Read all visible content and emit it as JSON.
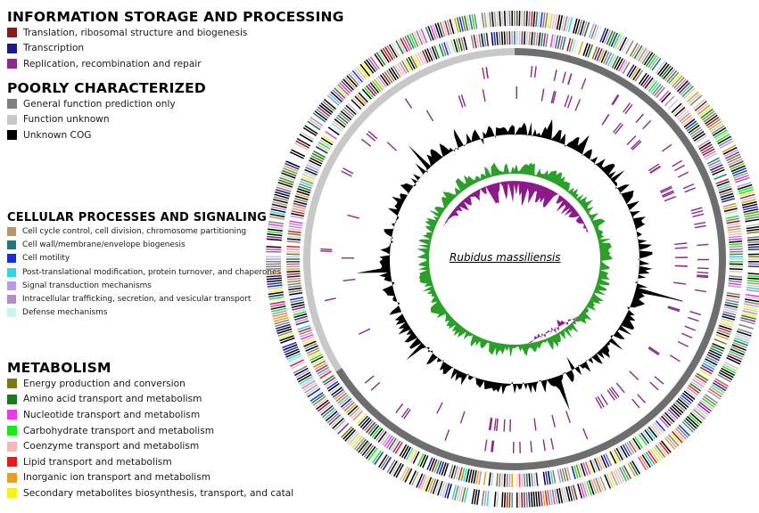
{
  "genome_name": "Rubidus massiliensis",
  "legend": {
    "information": {
      "title": "INFORMATION STORAGE AND PROCESSING",
      "items": [
        {
          "label": "Translation, ribosomal structure and biogenesis",
          "color": "#8b1a1a"
        },
        {
          "label": "Transcription",
          "color": "#1a1a8b"
        },
        {
          "label": "Replication, recombination and repair",
          "color": "#8b2a8b"
        }
      ]
    },
    "poorly": {
      "title": "POORLY CHARACTERIZED",
      "items": [
        {
          "label": "General function prediction only",
          "color": "#808080"
        },
        {
          "label": "Function unknown",
          "color": "#c8c8c8"
        },
        {
          "label": "Unknown COG",
          "color": "#000000"
        }
      ]
    },
    "cellular": {
      "title": "CELLULAR PROCESSES AND SIGNALING",
      "items": [
        {
          "label": "Cell cycle control, cell division, chromosome partitioning",
          "color": "#b8956a"
        },
        {
          "label": "Cell wall/membrane/envelope biogenesis",
          "color": "#1a7a7a"
        },
        {
          "label": "Cell motility",
          "color": "#1a2ae0"
        },
        {
          "label": "Post-translational modification, protein turnover, and chaperones",
          "color": "#2ad8e8"
        },
        {
          "label": "Signal transduction mechanisms",
          "color": "#b89ae8"
        },
        {
          "label": "Intracellular trafficking, secretion, and vesicular transport",
          "color": "#b88ac8"
        },
        {
          "label": "Defense mechanisms",
          "color": "#c8f4f4"
        }
      ]
    },
    "metabolism": {
      "title": "METABOLISM",
      "items": [
        {
          "label": "Energy production and conversion",
          "color": "#7a7a1a"
        },
        {
          "label": "Amino acid transport and metabolism",
          "color": "#1a7a1a"
        },
        {
          "label": "Nucleotide transport and metabolism",
          "color": "#e83ae8"
        },
        {
          "label": "Carbohydrate transport and metabolism",
          "color": "#1ae81a"
        },
        {
          "label": "Coenzyme transport and metabolism",
          "color": "#f4b8b8"
        },
        {
          "label": "Lipid transport and metabolism",
          "color": "#e81a1a"
        },
        {
          "label": "Inorganic ion transport and metabolism",
          "color": "#e8a01a"
        },
        {
          "label": "Secondary metabolites biosynthesis, transport, and catal",
          "color": "#f4f41a"
        }
      ]
    }
  },
  "track_colors": {
    "gc_content": "#000000",
    "gc_skew_positive": "#2aa02a",
    "gc_skew_negative": "#8b1a8b",
    "rna_ticks": "#8b2a8b",
    "contig_dark": "#6e6e6e",
    "contig_light": "#c8c8c8"
  }
}
